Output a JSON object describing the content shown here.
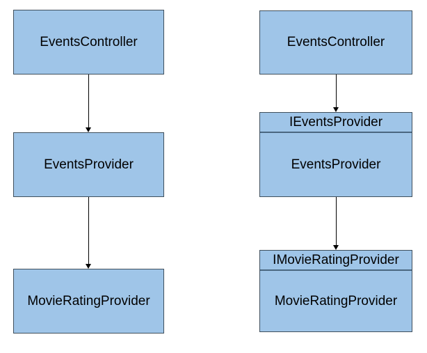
{
  "diagram": {
    "description": "Two vertical dependency chains: left without interfaces, right with interfaces",
    "colors": {
      "background": "#ffffff",
      "node_fill": "#9fc5e8",
      "node_border": "#3f4f5c",
      "divider": "#4a6780",
      "edge": "#000000",
      "text": "#000000"
    },
    "nodes": {
      "left_controller": {
        "label": "EventsController"
      },
      "left_provider": {
        "label": "EventsProvider"
      },
      "left_movie_rating_provider": {
        "label": "MovieRatingProvider"
      },
      "right_controller": {
        "label": "EventsController"
      },
      "right_events_provider": {
        "interface": "IEventsProvider",
        "label": "EventsProvider"
      },
      "right_movie_rating_provider": {
        "interface": "IMovieRatingProvider",
        "label": "MovieRatingProvider"
      }
    },
    "edges": [
      {
        "side": "left",
        "from": "EventsController",
        "to": "EventsProvider"
      },
      {
        "side": "left",
        "from": "EventsProvider",
        "to": "MovieRatingProvider"
      },
      {
        "side": "right",
        "from": "EventsController",
        "to": "IEventsProvider"
      },
      {
        "side": "right",
        "from": "EventsProvider",
        "to": "IMovieRatingProvider"
      }
    ]
  }
}
